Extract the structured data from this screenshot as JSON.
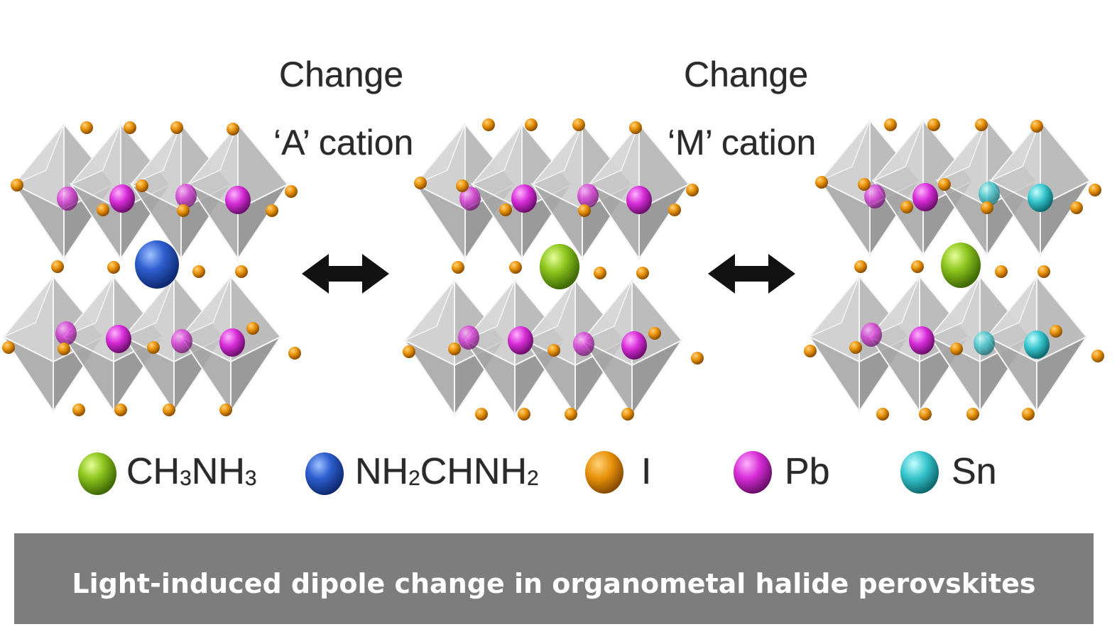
{
  "labels": {
    "change_a_line1": "Change",
    "change_a_line2": "‘A’ cation",
    "change_m_line1": "Change",
    "change_m_line2": "‘M’ cation"
  },
  "legend": {
    "ch3nh3": {
      "main": "CH",
      "sub1": "3",
      "mid": "NH",
      "sub2": "3"
    },
    "nh2chnh2": {
      "main": "NH",
      "sub1": "2",
      "mid": "CHNH",
      "sub2": "2"
    },
    "i": "I",
    "pb": "Pb",
    "sn": "Sn"
  },
  "caption": "Light-induced dipole change in organometal halide perovskites",
  "colors": {
    "ch3nh3": "#8fc61f",
    "nh2chnh2": "#2f5fd0",
    "iodide": "#e8920a",
    "lead": "#d62bd6",
    "tin": "#36c4cc",
    "octahedron": "#b8b8b8",
    "caption_bg": "#7d7d7d"
  }
}
